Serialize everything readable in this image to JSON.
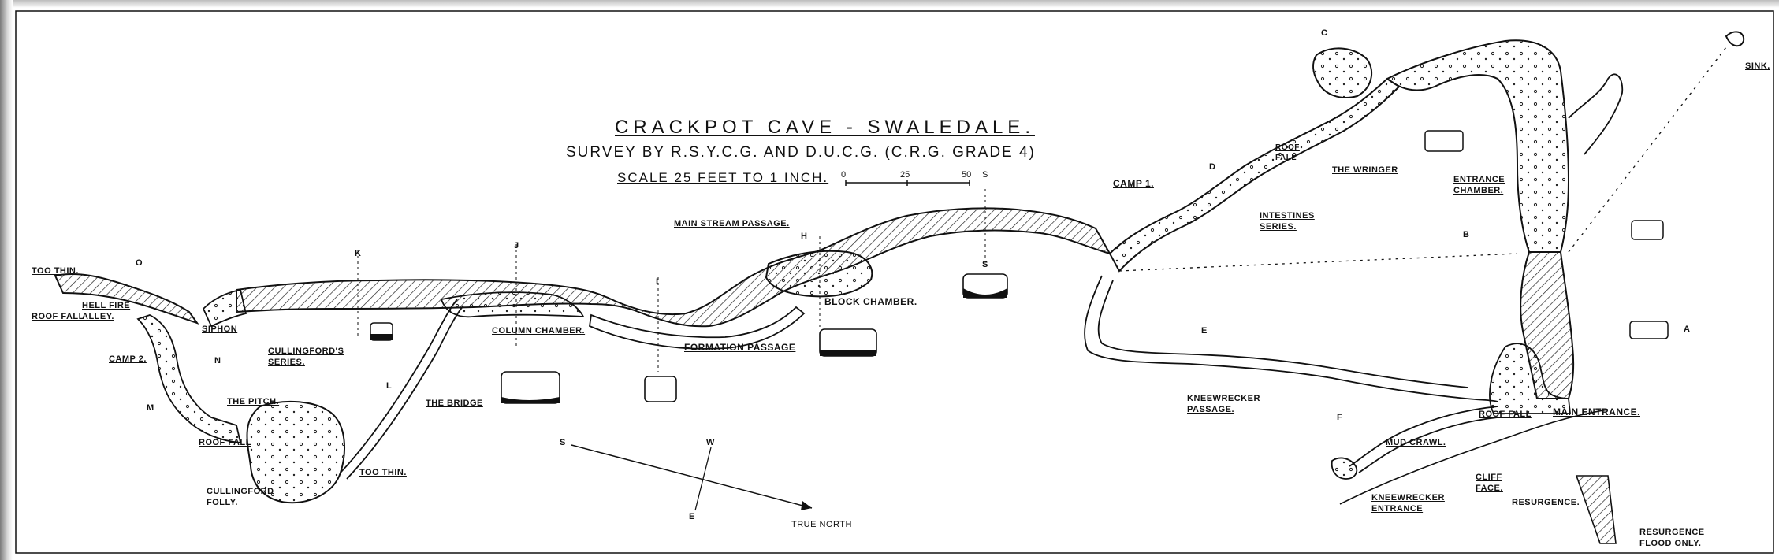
{
  "title": {
    "line1": "CRACKPOT   CAVE  -  SWALEDALE.",
    "line2": "SURVEY BY  R.S.Y.C.G.  AND  D.U.C.G.  (C.R.G. GRADE 4)",
    "line3": "SCALE  25 FEET TO 1 INCH.",
    "scale_ticks": [
      "0",
      "25",
      "50"
    ],
    "scale_unit_letter": "S"
  },
  "labels": {
    "too_thin_left": "TOO THIN.",
    "roof_fall_left": "ROOF FALL",
    "hell_fire_alley": "HELL FIRE\nALLEY.",
    "camp2": "CAMP 2.",
    "siphon": "SIPHON",
    "cullingfords_series": "CULLINGFORD'S\nSERIES.",
    "the_pitch": "THE PITCH.",
    "roof_fall_pitch": "ROOF FALL",
    "cullingford_folly": "CULLINGFORD\nFOLLY.",
    "too_thin_folly": "TOO THIN.",
    "the_bridge": "THE BRIDGE",
    "column_chamber": "COLUMN CHAMBER.",
    "main_stream_passage": "MAIN STREAM PASSAGE.",
    "formation_passage": "FORMATION PASSAGE",
    "block_chamber": "BLOCK CHAMBER.",
    "camp1": "CAMP 1.",
    "roof_fall_upper": "ROOF\nFALL",
    "the_wringer": "THE WRINGER",
    "intestines_series": "INTESTINES\nSERIES.",
    "entrance_chamber": "ENTRANCE\nCHAMBER.",
    "sink": "SINK.",
    "kneewrecker_passage": "KNEEWRECKER\nPASSAGE.",
    "mud_crawl": "MUD CRAWL.",
    "kneewrecker_entrance": "KNEEWRECKER\nENTRANCE",
    "cliff_face": "CLIFF\nFACE.",
    "resurgence": "RESURGENCE.",
    "resurgence_flood": "RESURGENCE\nFLOOD ONLY.",
    "roof_fall_main": "ROOF FALL",
    "main_entrance": "MAIN ENTRANCE."
  },
  "compass": {
    "s": "S",
    "w": "W",
    "e": "E",
    "true_north": "TRUE NORTH"
  },
  "sections": [
    "A",
    "B",
    "C",
    "D",
    "E",
    "F",
    "H",
    "I",
    "J",
    "K",
    "L",
    "M",
    "N",
    "O",
    "S"
  ],
  "colors": {
    "ink": "#111111",
    "paper": "#ffffff",
    "hatch": "#222222"
  }
}
